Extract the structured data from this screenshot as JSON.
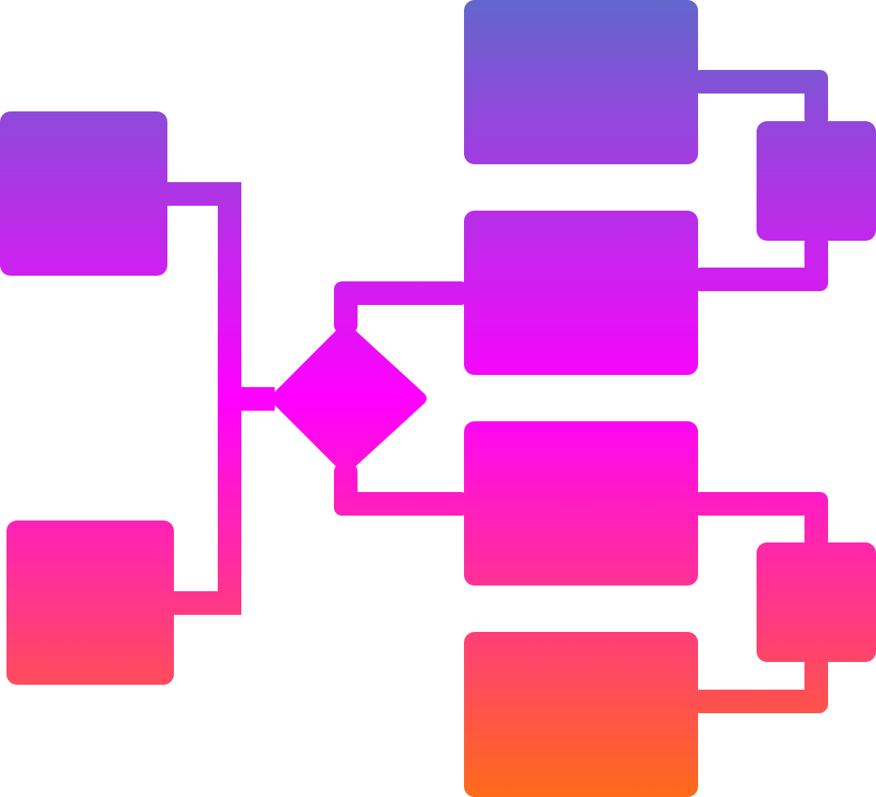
{
  "icon": {
    "name": "flowchart-icon",
    "style": "glyph-gradient",
    "gradient": {
      "direction": "vertical",
      "stops": [
        "#6366cc",
        "#ff00ff",
        "#ff6a1a"
      ]
    }
  },
  "diagram": {
    "nodes": [
      {
        "id": "input-a",
        "shape": "rect"
      },
      {
        "id": "input-b",
        "shape": "rect"
      },
      {
        "id": "decision",
        "shape": "diamond"
      },
      {
        "id": "branch-1",
        "shape": "rect"
      },
      {
        "id": "branch-2",
        "shape": "rect"
      },
      {
        "id": "branch-3",
        "shape": "rect"
      },
      {
        "id": "branch-4",
        "shape": "rect"
      },
      {
        "id": "merge-top",
        "shape": "rect"
      },
      {
        "id": "merge-bottom",
        "shape": "rect"
      }
    ],
    "edges": [
      {
        "from": "input-a",
        "to": "decision"
      },
      {
        "from": "input-b",
        "to": "decision"
      },
      {
        "from": "decision",
        "to": "branch-2"
      },
      {
        "from": "decision",
        "to": "branch-3"
      },
      {
        "from": "branch-1",
        "to": "merge-top"
      },
      {
        "from": "branch-2",
        "to": "merge-top"
      },
      {
        "from": "branch-3",
        "to": "merge-bottom"
      },
      {
        "from": "branch-4",
        "to": "merge-bottom"
      }
    ]
  }
}
